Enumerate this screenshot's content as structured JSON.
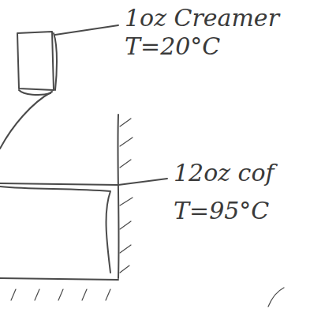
{
  "diagram": {
    "labels": [
      "1oz Creamer",
      "T=20°C",
      "12oz cof",
      "T=95°C"
    ]
  }
}
